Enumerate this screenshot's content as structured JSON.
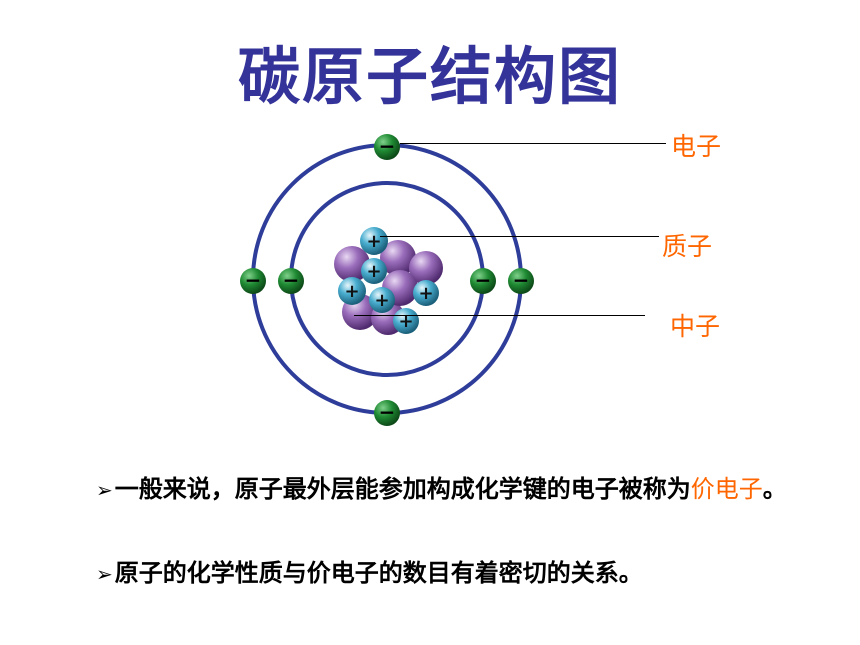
{
  "title": "碳原子结构图",
  "labels": {
    "electron": "电子",
    "proton": "质子",
    "neutron": "中子"
  },
  "particles": {
    "electron_sign": "−",
    "proton_sign": "+"
  },
  "colors": {
    "title": "#333399",
    "label": "#ff6600",
    "orbit": "#2e3d99",
    "electron": "#1f7a2f",
    "proton": "#3a9ec0",
    "neutron": "#8a5aaa"
  },
  "paragraphs": [
    {
      "bullet": "➢",
      "text": "一般来说，原子最外层能参加构成化学键的电子被称为",
      "highlight": "价电子",
      "tail": "。"
    },
    {
      "bullet": "➢",
      "text": "原子的化学性质与价电子的数目有着密切的关系。",
      "highlight": "",
      "tail": ""
    }
  ]
}
